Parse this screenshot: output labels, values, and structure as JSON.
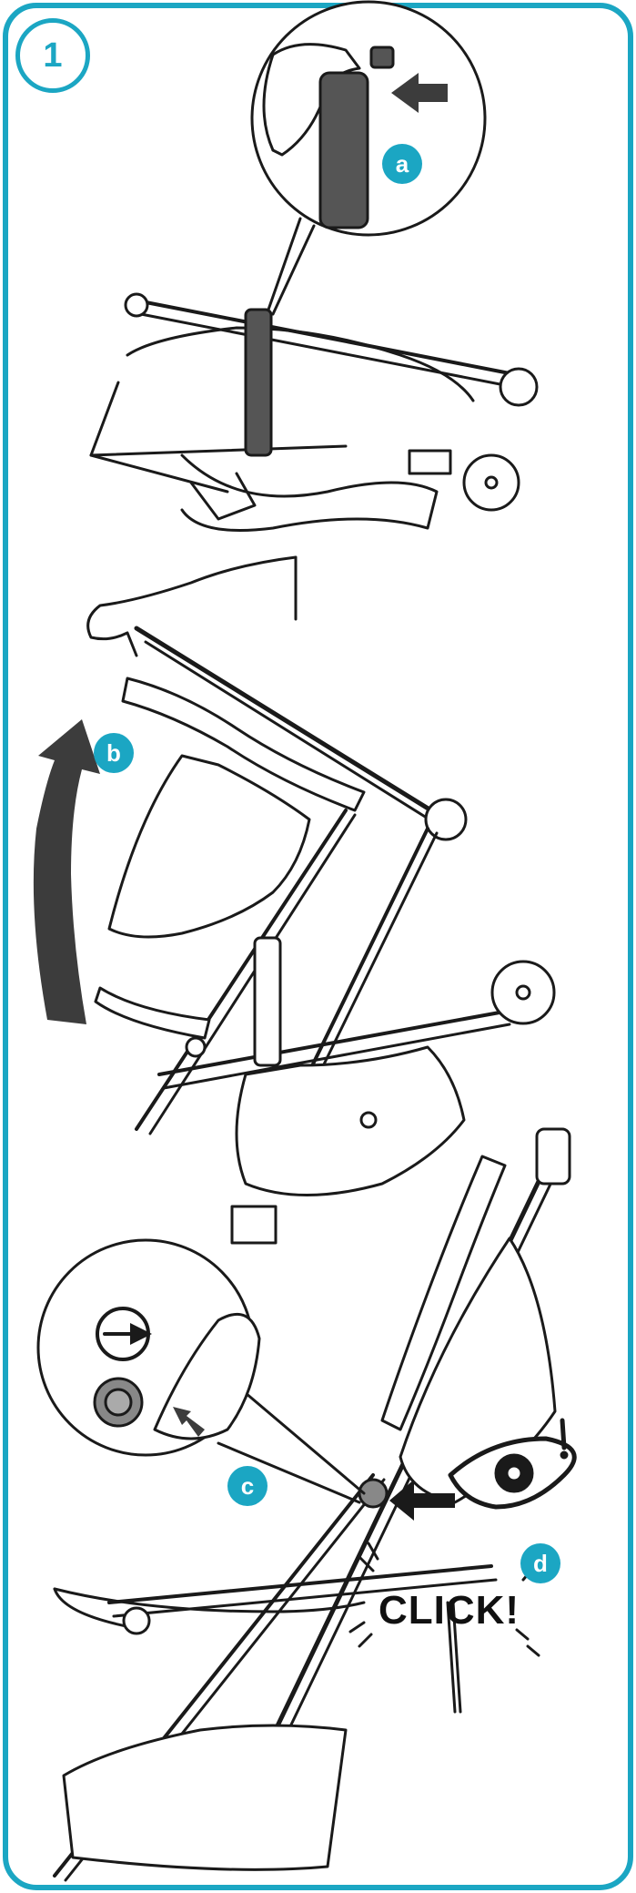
{
  "step": {
    "number": "1"
  },
  "callouts": [
    {
      "id": "a",
      "label": "a"
    },
    {
      "id": "b",
      "label": "b"
    },
    {
      "id": "c",
      "label": "c"
    },
    {
      "id": "d",
      "label": "d"
    }
  ],
  "click_text": "CLICK!",
  "colors": {
    "accent": "#1ba6c3",
    "line": "#1a1a1a",
    "arrow": "#3c3c3c",
    "handle": "#555555"
  },
  "icons": [
    "eye-icon",
    "unlock-dial-icon",
    "push-arrow-icon",
    "rotate-arrow-icon"
  ]
}
